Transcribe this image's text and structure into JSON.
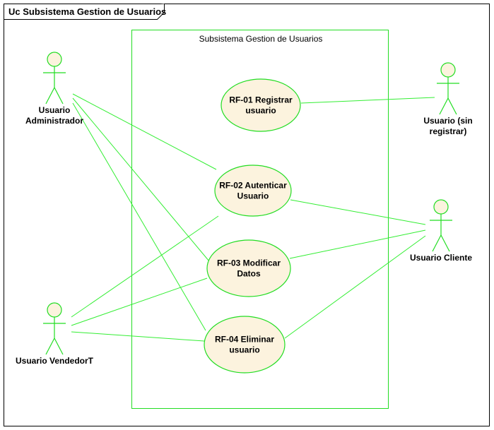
{
  "diagram": {
    "frame_title": "Uc Subsistema Gestion de Usuarios",
    "boundary_title": "Subsistema Gestion de Usuarios"
  },
  "actors": [
    {
      "id": "admin",
      "lines": [
        "Usuario",
        "Administrador"
      ]
    },
    {
      "id": "vendedor",
      "lines": [
        "Usuario VendedorT"
      ]
    },
    {
      "id": "sinregistrar",
      "lines": [
        "Usuario (sin",
        "registrar)"
      ]
    },
    {
      "id": "cliente",
      "lines": [
        "Usuario Cliente"
      ]
    }
  ],
  "usecases": [
    {
      "id": "rf01",
      "lines": [
        "RF-01 Registrar",
        "usuario"
      ]
    },
    {
      "id": "rf02",
      "lines": [
        "RF-02 Autenticar",
        "Usuario"
      ]
    },
    {
      "id": "rf03",
      "lines": [
        "RF-03 Modificar",
        "Datos"
      ]
    },
    {
      "id": "rf04",
      "lines": [
        "RF-04 Eliminar",
        "usuario"
      ]
    }
  ],
  "associations": [
    [
      "sinregistrar",
      "rf01"
    ],
    [
      "admin",
      "rf02"
    ],
    [
      "admin",
      "rf03"
    ],
    [
      "admin",
      "rf04"
    ],
    [
      "vendedor",
      "rf02"
    ],
    [
      "vendedor",
      "rf03"
    ],
    [
      "vendedor",
      "rf04"
    ],
    [
      "cliente",
      "rf02"
    ],
    [
      "cliente",
      "rf03"
    ],
    [
      "cliente",
      "rf04"
    ]
  ],
  "colors": {
    "line": "#33ee33",
    "border": "#22dd22",
    "fill": "#fcf3de"
  }
}
